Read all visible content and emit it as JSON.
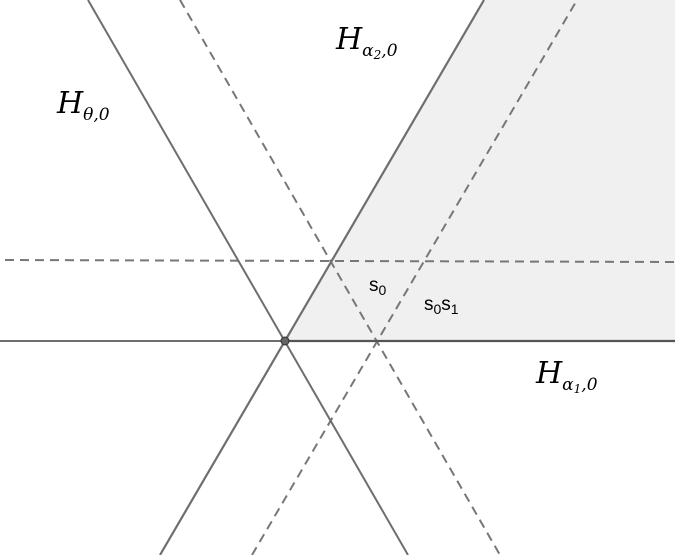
{
  "labels": {
    "h_theta": {
      "base": "H",
      "sub": "θ,0"
    },
    "h_alpha2": {
      "base": "H",
      "sub_sym": "α",
      "sub_idx": "2",
      "sub_tail": ",0"
    },
    "h_alpha1": {
      "base": "H",
      "sub_sym": "α",
      "sub_idx": "1",
      "sub_tail": ",0"
    },
    "word_s0": {
      "s": "s",
      "i": "0"
    },
    "word_s0s1": {
      "s1": "s",
      "i1": "0",
      "s2": "s",
      "i2": "1"
    }
  },
  "colors": {
    "solid_line": "#6e6e6e",
    "dashed_line": "#777777",
    "region_fill": "#f0f0f0",
    "point_fill": "#666666"
  }
}
